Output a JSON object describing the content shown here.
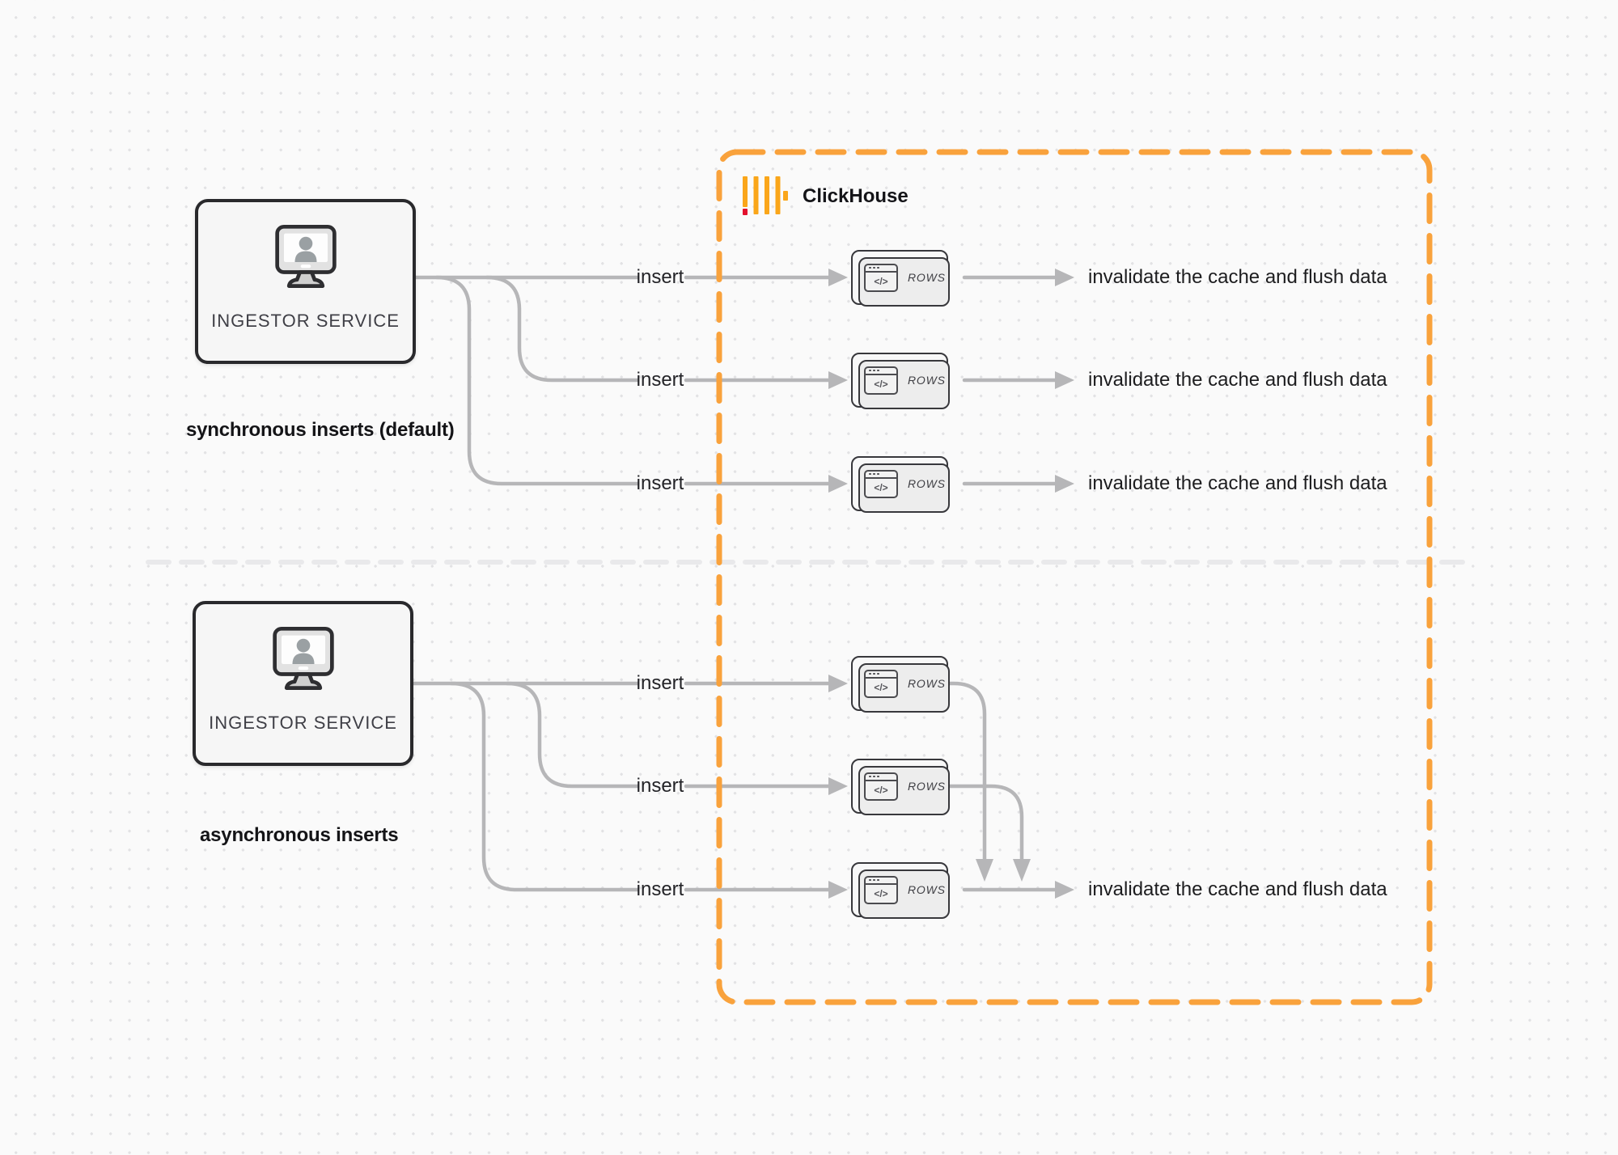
{
  "diagram": {
    "clickhouse_label": "ClickHouse",
    "card_label": "ROWS",
    "card_glyph": "</>",
    "sync": {
      "source_label": "INGESTOR SERVICE",
      "caption": "synchronous inserts (default)",
      "rows": [
        {
          "insert_label": "insert",
          "result_label": "invalidate the cache and flush data"
        },
        {
          "insert_label": "insert",
          "result_label": "invalidate the cache and flush data"
        },
        {
          "insert_label": "insert",
          "result_label": "invalidate the cache and flush data"
        }
      ]
    },
    "async": {
      "source_label": "INGESTOR SERVICE",
      "caption": "asynchronous inserts",
      "rows": [
        {
          "insert_label": "insert"
        },
        {
          "insert_label": "insert"
        },
        {
          "insert_label": "insert"
        }
      ],
      "result_label": "invalidate the cache and flush data"
    },
    "colors": {
      "accent_orange": "#F9A23C",
      "logo_yellow": "#FAA61A",
      "logo_red": "#E3112D",
      "connector_gray": "#B6B6B8",
      "divider_gray": "#E9E9EB"
    },
    "icons": {
      "source": "monitor-user-icon",
      "card": "code-window-icon",
      "logo": "clickhouse-bars-logo"
    }
  }
}
